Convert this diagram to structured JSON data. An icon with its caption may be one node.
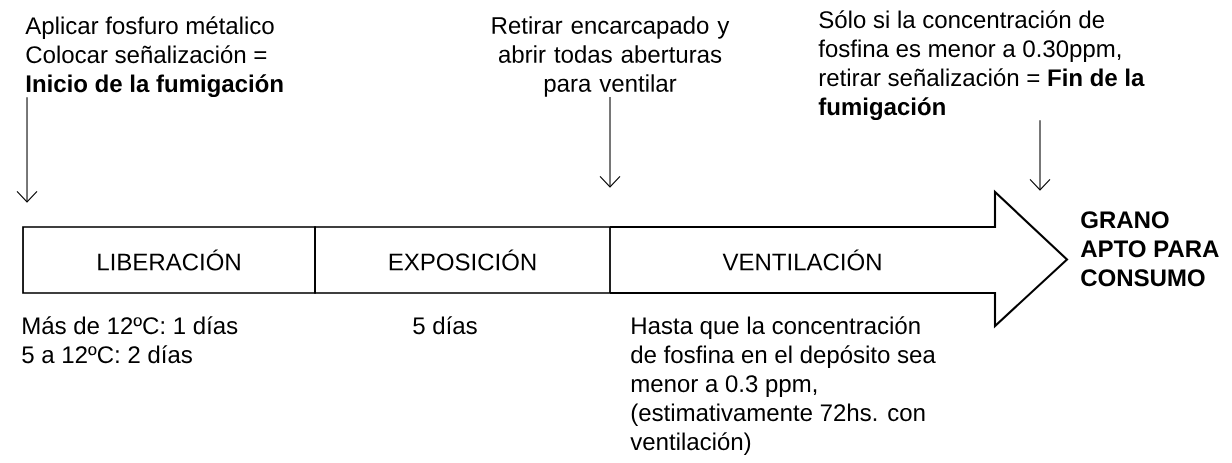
{
  "diagram": {
    "nodes": [
      {
        "text": [
          "LIBERACIÓN"
        ],
        "beside": [
          "Más de 12ºC: 1 días",
          "5 a 12ºC: 2 días"
        ]
      },
      {
        "text": [
          "EXPOSICIÓN"
        ],
        "beside": [
          "5 días"
        ]
      },
      {
        "text": [
          "VENTILACIÓN"
        ],
        "beside": [
          "Hasta que la concentración de fosfina en el depósito sea menor a 0.3 ppm, (estimativamente 72hs. con ventilación)",
          "GRANO APTO PARA CONSUMO"
        ]
      },
      {
        "text": [
          "Aplicar fosfuro métalico Colocar señalización = **Inicio de la fumigación**"
        ]
      },
      {
        "text": [
          "Retirar encarcapado y abrir todas aberturas para ventilar"
        ]
      },
      {
        "text": [
          "Sólo si la concentración de fosfina es menor a 0.30ppm, retirar señalización = **Fin de la fumigación**"
        ]
      }
    ],
    "edges": [
      {
        "from": 3,
        "to": 0,
        "arrow": "to"
      },
      {
        "from": 4,
        "to": 2,
        "arrow": "to"
      },
      {
        "from": 5,
        "to": 2,
        "arrow": "to"
      }
    ]
  }
}
